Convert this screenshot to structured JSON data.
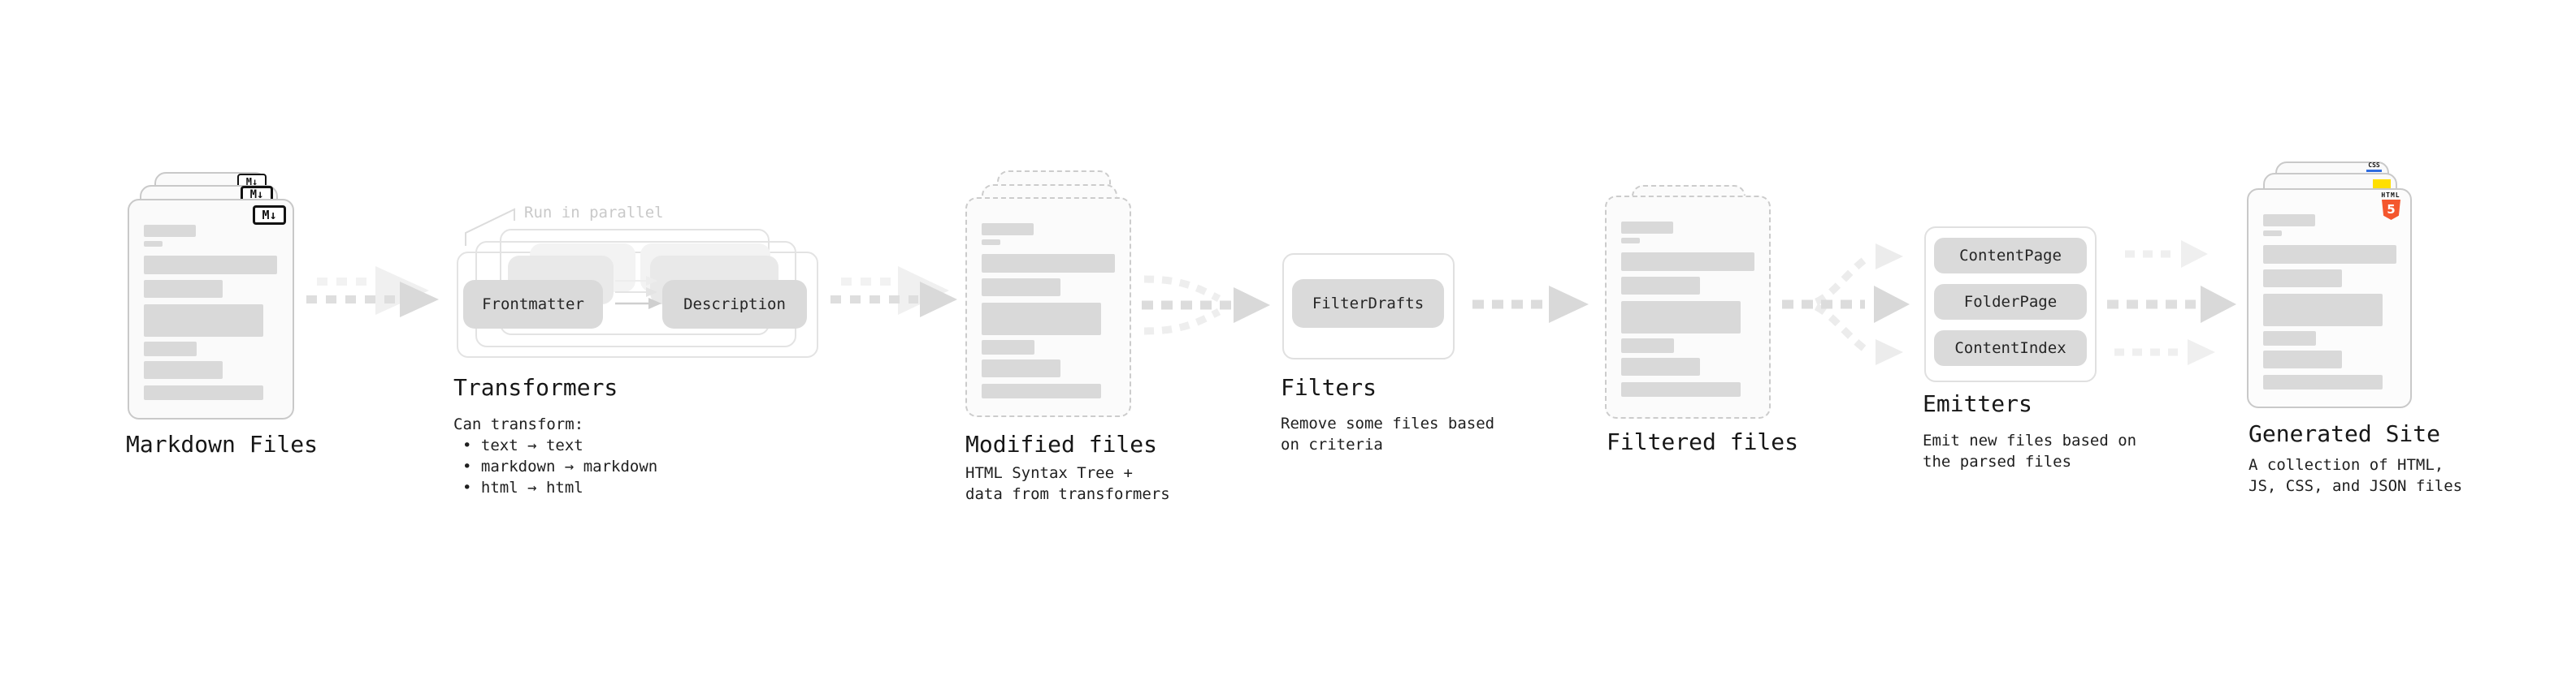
{
  "colors": {
    "html5_orange": "#f4572e",
    "js_yellow": "#ffdf00",
    "css_blue": "#2e6ce0",
    "pill_gray": "#dadada",
    "bar_gray": "#d9d9d9"
  },
  "icons": {
    "markdown_badge": "M↓",
    "html_badge_label": "HTML",
    "html_badge_number": "5",
    "css_badge_label": "CSS"
  },
  "stages": {
    "markdown_files": {
      "title": "Markdown Files"
    },
    "transformers": {
      "title": "Transformers",
      "annotation": "Run in parallel",
      "input_pill": "Frontmatter",
      "output_pill": "Description",
      "description_heading": "Can transform:",
      "bullets": [
        "• text → text",
        "• markdown → markdown",
        "• html → html"
      ]
    },
    "modified_files": {
      "title": "Modified files",
      "description_line1": "HTML Syntax Tree +",
      "description_line2": "data from transformers"
    },
    "filters": {
      "title": "Filters",
      "pill": "FilterDrafts",
      "description_line1": "Remove some files based",
      "description_line2": "on criteria"
    },
    "filtered_files": {
      "title": "Filtered files"
    },
    "emitters": {
      "title": "Emitters",
      "pills": [
        "ContentPage",
        "FolderPage",
        "ContentIndex"
      ],
      "description_line1": "Emit new files based on",
      "description_line2": "the parsed files"
    },
    "generated_site": {
      "title": "Generated Site",
      "description_line1": "A collection of HTML,",
      "description_line2": "JS, CSS, and JSON files"
    }
  }
}
